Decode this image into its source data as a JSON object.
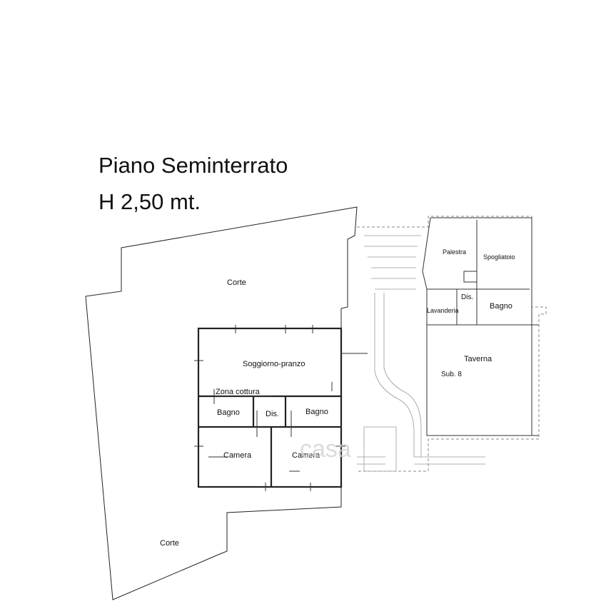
{
  "title": {
    "line1": "Piano Seminterrato",
    "line2": "H 2,50 mt."
  },
  "rooms": {
    "corte_top": "Corte",
    "corte_bottom": "Corte",
    "soggiorno": "Soggiorno-pranzo",
    "zona_cottura": "Zona cottura",
    "bagno_left": "Bagno",
    "dis_center": "Dis.",
    "bagno_right": "Bagno",
    "camera_left": "Camera",
    "camera_right": "Camera",
    "palestra": "Palestra",
    "spogliatoio": "Spogliatoio",
    "dis_right": "Dis.",
    "lavanderia": "Lavanderia",
    "bagno_far": "Bagno",
    "taverna": "Taverna",
    "sub": "Sub. 8"
  },
  "watermark": "casa"
}
